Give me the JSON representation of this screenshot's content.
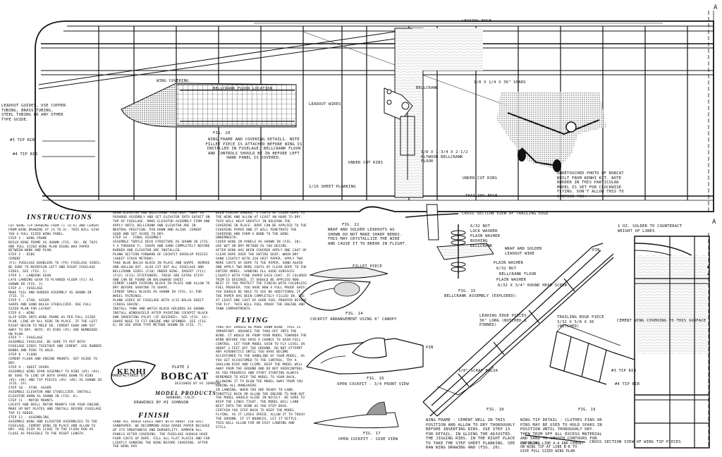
{
  "title": {
    "plate": "PLATE 2",
    "model": "BOBCAT",
    "designer": "Designed by HI JOHNSON",
    "brand": "KENHI",
    "manufacturer": "Manufactured by",
    "company": "MODEL PRODUCTS",
    "city": "BURBANK, CALIF.",
    "drawings": "DRAWINGS BY HI JOHNSON"
  },
  "section_headings": {
    "instructions": "INSTRUCTIONS",
    "flying": "FLYING",
    "finish": "FINISH"
  },
  "edge_labels": {
    "leading_edge": "LEADING EDGE",
    "trailing_edge": "TRAILING EDGE",
    "cross_te": "CROSS SECTION VIEW OF TRAILING EDGE",
    "cross_tip": "CROSS SECTION VIEW OF WING TIP PIECES",
    "a": "A"
  },
  "callouts": {
    "leadout_guides": "LEADOUT GUIDES, USE COPPER TUBING, BRASS TUBING, STEEL TUBING OR ANY OTHER TYPE GUIDE.",
    "tip_rib3": "#3 TIP RIB",
    "tip_rib4": "#4 TIP RIB",
    "wing_covering": "WING COVERING",
    "bellcrank_floor_location": "BELLCRANK FLOOR LOCATION",
    "fig20": "FIG. 20",
    "wing_frame_note": "WING FRAME AND COVERING DETAILS. NOTE FILLET PIECE IS ATTACHED BEFORE WING IS INSTALLED IN FUSELAGE. BELLCRANK FLOOR AND CONTROLS SHOULD BE IN BEFORE LEFT HAND PANEL IS COVERED.",
    "leadout_wires": "LEADOUT WIRES",
    "bellcrank": "BELLCRANK",
    "spars": "1/8 x 1/4 x 36\" SPARS",
    "plywood": "1/8 x 1-3/4 x 2-1/2 PLYWOOD BELLCRANK FLOOR",
    "under_cut_ribs": "UNDER CUT RIBS",
    "sheet_planking": "1/16 SHEET PLANKING",
    "photo_note": "UNRETOUCHED PHOTO OF BOBCAT BUILT FROM KENHI KIT. NOTE RUDDER IN THIS PARTICULAR MODEL IS SET FOR CLOCKWISE FLYING. DON'T ALLOW THIS TO CONFUSE YOU.",
    "fig21": "FIG. 21",
    "wrap_solder": "WRAP AND SOLDER LEADOUTS AS SHOWN DO NOT MAKE SHARP BENDS. THIS MAY CRYSTALLIZE THE WIRE AND CAUSE IT TO BREAK IN FLIGHT.",
    "fillet_piece": "FILLET PIECE",
    "fig14": "FIG. 14",
    "cockpit_arrangement": "COCKPIT ARRANGEMENT USING 6\" CANOPY",
    "fig16": "FIG. 16",
    "open_cockpit_front": "OPEN COCKPIT - 3/4 FRONT VIEW",
    "fig17": "FIG. 17",
    "open_cockpit_side": "OPEN COCKPIT - SIDE VIEW",
    "nut": "6/32 NUT",
    "lock_washer": "LOCK WASHER",
    "plain_washer": "PLAIN WASHER",
    "bushing": "BUSHING",
    "bellcrank2": "BELLCRANK",
    "wrap_solder_leadout": "WRAP AND SOLDER LEADOUT WIRE",
    "plain_washer2": "PLAIN WASHER",
    "nut2": "6/32 NUT",
    "bellcrank_floor": "BELLCRANK FLOOR",
    "plain_washer3": "PLAIN WASHER",
    "bolt": "6/32 x 3/4\" ROUND HEAD SCREW",
    "fig15": "FIG. 15",
    "bellcrank_assembly": "BELLCRANK ASSEMBLY (EXPLODED)",
    "pin": "PIN",
    "le_pieces": "LEADING EDGE PIECES 36\" LONG (NOTCHED & PINNED)",
    "scrap_balsa": "1/8\" SCRAP BALSA",
    "te_piece": "TRAILING EDGE PIECE 3/32 x 5/8 x 36 (NOTCHED)",
    "fig18": "FIG. 18",
    "fig19": "FIG. 19",
    "weight_solder": "1 OZ. SOLDER TO COUNTERACT WEIGHT OF LINES",
    "cement_wing_covering": "CEMENT WING COVERING TO THIS SURFACE",
    "wing_frame_fig18": "WING FRAME - CEMENT WELL IN THIS POSITION AND ALLOW TO DRY THOROUGHLY BEFORE INSERTING RIBS. USE STEP 13 FOR DETAIL. IN GLUING THE ADJUSTED. THE JIGGING RIBS. IN THE RIGHT PLACE TO TAKE THE STEP SHEET PLANKING. SEE RAW WING DRAWING AND (FIG. 20).",
    "wing_tip_detail": "WING TIP DETAIL - CLOTHES PINS OR PINS MAY BE USED TO HOLD SPARS IN POSITION UNTIL THOROUGHLY DRY. THEN TRIM OFF ALL EXCESS MATERIAL AND SAND TO SMOOTH CONTOURS FOR PAPERING.",
    "cut_along": "CUT ALONG LINE A-A AND CEMENT ON WING TIP AT LINE B-B TO GIVE FULL SIZED WING PLAN"
  },
  "instructions_text": "CUT WING TIP DRAWING FROM (1 TO A) AND CEMENT FROM WING DRAWING AT (A TO A). THIS WILL GIVE YOU A FULL SIZED WING PANEL.\nSTEP 1 - WING FRAME\nBUILD WING FRAME AS SHOWN (FIG. 18). BE THIS ONE FULL SIZED WING PLAN USING WAX PAPER BETWEEN WORK AND PLAN.\nSTEP 2 - RIBS\nCEMENT\n(F1) FUSELAGE DOUBLERS TO (F9) FUSELAGE SIDES, BE SURE TO MAINTAIN LEFT AND RIGHT FUSELAGE SIDES. SEE (FIG. 2)\nSTEP 3 - LANDING GEAR\nLAYE LANDING GEAR TO PLYWOOD FLOOR (F2) AS SHOWN IN (FIG. 3).\nSTEP 4 - FUSELAGE\nMAKE TAIL AND RUDDER ASSEMBLY AS SHOWN IN (FIG. 5).\nSTEP 5 - STAB. ASSEM.\nSHAPE AND SAND BALSA STABILIZER. USE FULL SIZED PLAN FOR LAYOUT.\nSTEP 6 - WING\nSLIP RIBS INTO WING FRAME AS PER FULL SIZED PLAN. LINE UP ALL RIBS IN PLACE. IF THE LEFT RIGHT BEGIN TO MOLD IN, CEMENT GOOD AND SET AWAY TO DRY. NOTE: #1 RIBS (#1) ARE NUMBERED ON PLAN.\nSTEP 7 - FUSELAGE\nASSEMBLE FUSELAGE. BE SURE TO PUT BOTH FUSELAGE SIDES TOGETHER AND CEMENT. USE RUBBER BANDS AND PINS TO HOLD.\nSTEP 8 - FLOOR\nCEMENT FLOOR AND ENGINE MOUNTS. SET ASIDE TO DRY.\nSTEP 9 - SHEET SPARS\nASSEMBLE WING SPAR ASSEMBLY TO RIBS (#3) (#4). BE SURE TO LINE UP BOTH SPARS DOWN TO RIBS (#3) (#4) AND TIP PIECES (#5) (#6) AS SHOWN IN (FIG. 19).\nSTEP 10 - STAB. ASSEM.\nASSEMBLE ELEVATOR AND STABILIZER. INSTALL ELEVATOR HORN AS SHOWN IN (FIG. 6).\nSTEP 11 - MOTOR MOUNTS\nLOCATE AND DRILL MOTOR MOUNTS FOR YOUR ENGINE. MAKE UP NUT PLATES AND INSTALL BEFORE FUSELAGE TOP IS ADDED.\nSTEP 12 - ASSEMBLING\nASSEMBLE WING AND ELEVATOR ASSEMBLIES TO THE FUSELAGE. CEMENT WING IN PLACE AND ALLOW TO DRY. USE FLAP AS CLOSE TO THE FLUSH ROD AS CLOSE AS POSSIBLE TO THE RIGHT LENGTH.",
  "col2_text": "HORN ELEVATOR AND BELLCRANK TOGETHER. SNAP IN PUSHROD ASSEMBLY AND SET ELEVATOR INTO SOCKET ON TOP OF FUSELAGE. MAKE ELEVATOR ASSEMBLY FIRM AND APPLY UNTIL BELLCRANK AND ELEVATOR ARE IN NEUTRAL POSITION. PIN DOWN AND ALIGN. CEMENT GOOD AND SET ASIDE TO DRY.\nSTEP 14 - FINAL ASSEMBLY\nASSEMBLE TURTLE DECK STRUCTURE AS SHOWN IN (FIG. 5 A THROUGH F). SHAPE AND SAND COMPLETELY BEFORE RUDDER AND ELEVATOR ARE INSTALLED.\nPLANK SECTION FORWARD OF COCKPIT OVERLAP PIECES (SHEET STOCK METHOD).\nTAKE BLUE BALSA BLOCK IN PLACE AND SHAPE. REMOVE AND HOLLOW OUT. ALSO CUT OUT ALL FUSELAGE AND BELLCRANK SIDES (F10) UNDER WING. INSERT (F11) (F12) (F13) STIFFENERS. THESE ARE EXTRA STIFF AND CAN BE FOUND ON BALSAWOOD SHEET.\nCEMENT LOWER FAIRING BLOCK IN PLACE AND ALLOW TO DRY BEFORE SHAPING TO SHAPE.\nCEMENT SMALL BLOCKS AS SHOWN IN (FIG. 6) FOR WHEEL FAIRINGS.\nPLANK SIDES OF FUSELAGE WITH 3/32 BALSA SHEET (CROSS GRAIN).\nINSTALL TANK AND WATCH BLOCK HOLDERS AS SHOWN.\nINSTALL WINDSHIELD AFTER PAINTING COCKPIT BLACK AND INSERTING PILOT (IF DESIRED). SEE (FIG. 14).\nSHAPE NOSE TO FIT ENGINE AND SPINNER. SEE (FIG. 6) OR USE OPEN TYPE METHOD SHOWN IN (FIG. 7).",
  "finish_text": "SAND ALL ROUGH EDGES AWAY WITH ABOUT 150 GRIT SANDPAPER. WE RECOMMEND HIGH GRADE PAPER BECAUSE OF ITS SMOOTHNESS AND DURABILITY. DAMPEN ALL PANELS AFTER COVERING. THE FUSELAGE SHOULD HAVE FOUR COATS OF DOPE. FILL ALL FLAT PLACES AND FOR LIGHTLY SANDING THE WING BEFORE COVERING. AFTER THE WING HAS",
  "col3_text": "BEEN FINISH SANDED, 3 COATS OF CLEAR DOPE TO THE WING AND ALLOW AT LEAST AN HOUR TO DRY. THIS WILL HELP GREATLY IN HOLDING THE COVERING IN PLACE. DOPE CAN BE APPLIED TO THE COVERING PAPER AND IT WILL PENETRATE THE COVERING AND FORM A BOND TO THE WING UNDERNEATH.\nCOVER WING IN PANELS AS SHOWN IN (FIG. 20). USE WET OR DRY METHOD AS YOU DESIRE.\nAFTER WING HAS BEEN COVERED APPLY ONE COAT OF CLEAR DOPE OVER THE ENTIRE SHIP. WHEN DRY SAND LIGHTLY WITH 320 GRIT PAPER. APPLY TWO MORE COATS OF DOPE TO THE PAPER. SAND AGAIN AND APPLY TWO MORE COATS OF CLEAR DOPE TO THE ENTIRE MODEL. SANDING ALL GOOD SURFACES LIGHTLY WITH FINE PAPER EACH COAT. IF COLORED TRIM IS DESIRED, IT SHOULD BE APPLIED NOW. BEST IF YOU PROTECT THE FINISH WITH COLORLESS FUEL PROOFER. YOU HAVE NOW A FULL PROOF SHIP. YOU SHOULD BE ABLE TO SEE NO ADDITIONAL IF THE PAPER HAS BEEN COMPLETELY FILLED IN. USE AT LEAST ONE COAT OF GOOD FUEL PROOFER BEFORE YOU FLY. THIS WILL FUEL PROOF THE ENGINE AND TANK COMPARTMENTS.",
  "flying_text": "TAKE-OFF SHOULD BE MADE DOWN WIND. THIS IS IMPORTANT. ADVANCE THE TAKE-OFF INTO THE WIND. IT WOULD BE FROM YOUR MODEL TOWARDS THE WIND BEFORE YOU HAVE A CHANCE TO GAIN FULL CONTROL. LET YOUR MODEL GAIN TO FLY LEVEL IN ABOUT 3 FEET OFF THE GROUND. DO NOT ATTEMPT ANY ACROBATICS UNTIL YOU HAVE BECOME ACCUSTOMED TO THE HANDLING OF YOUR MODEL. AS YOU GET ACCUSTOMED TO THE CONTROL, TRY A SHALLOW DIVE AND CLIMB. KEEP THE MODEL WELL AWAY FROM THE GROUND AND DO NOT OVERCONTROL.\nAS YOU PROGRESS AND START STUNTING ALWAYS REMEMBER TO KEEP THE MODEL TO YOUR BACK, ALLOWING IT TO BLOW THE MODEL AWAY FROM YOU DURING ALL MANEUVERS.\nIN LANDING, WHEN YOU ARE READY TO LAND, THROTTLE BACK OR ALLOW THE ENGINE TO RUN OUT. THE MODEL SHOULD GLIDE IN NICELY. BE SURE TO KEEP THE LINES TIGHT. THE MODEL WILL LAND BEST INTO THE WIND AS YOU STEP BACK.\nCERTAIN YOU STEP BACK TO KEEP THE MODEL FLYING. AS IT LOSES SPEED, ALLOW IT TO TOUCH THE GROUND. IF IT BOUNCES, LET IT SETTLE. THIS WILL ALLOW FOR AN EASY LANDING AND STILL."
}
